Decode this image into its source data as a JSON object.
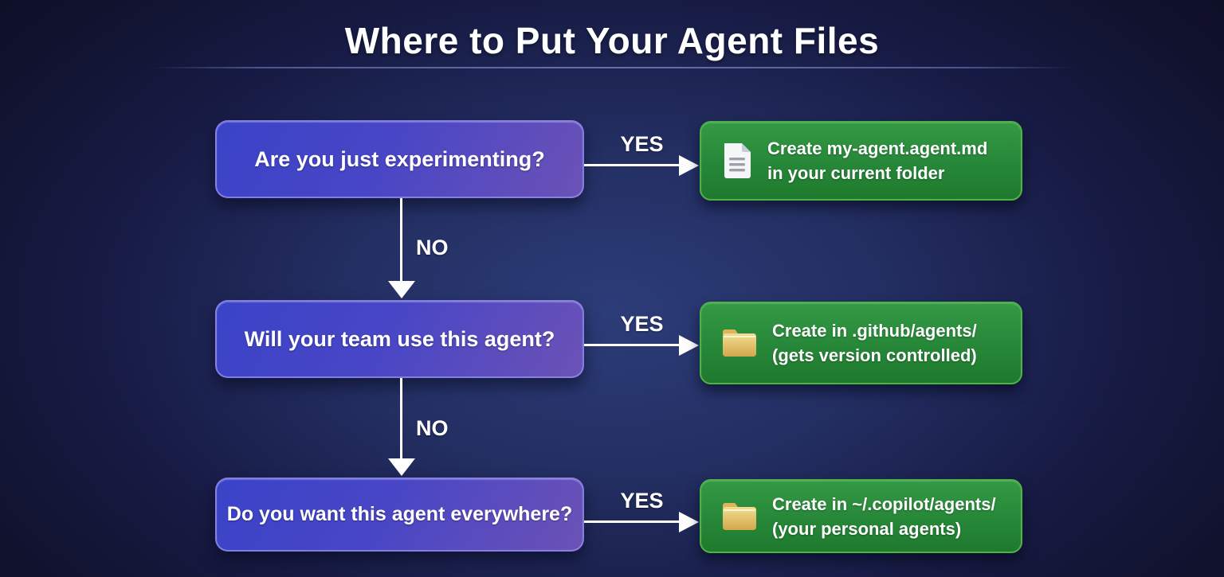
{
  "title": "Where to Put Your Agent Files",
  "flow": {
    "rows": [
      {
        "question": "Are you just experimenting?",
        "yes_label": "YES",
        "no_label": "NO",
        "answer": {
          "icon": "document-icon",
          "line1": "Create my-agent.agent.md",
          "line2": "in your current folder"
        }
      },
      {
        "question": "Will your team use this agent?",
        "yes_label": "YES",
        "no_label": "NO",
        "answer": {
          "icon": "folder-icon",
          "line1": "Create in .github/agents/",
          "line2": "(gets version controlled)"
        }
      },
      {
        "question": "Do you want this agent everywhere?",
        "yes_label": "YES",
        "answer": {
          "icon": "folder-icon",
          "line1": "Create in ~/.copilot/agents/",
          "line2": "(your personal agents)"
        }
      }
    ]
  },
  "colors": {
    "background_center": "#2c3c78",
    "background_edge": "#0e0f26",
    "question_box_top": "#3a43c7",
    "question_box_bottom": "#6b52b6",
    "answer_box_top": "#339a44",
    "answer_box_bottom": "#1e7a2d",
    "answer_box_border": "#4fb244",
    "arrow": "#ffffff",
    "folder_icon": "#e8c96a",
    "document_icon": "#f4f6f8"
  }
}
